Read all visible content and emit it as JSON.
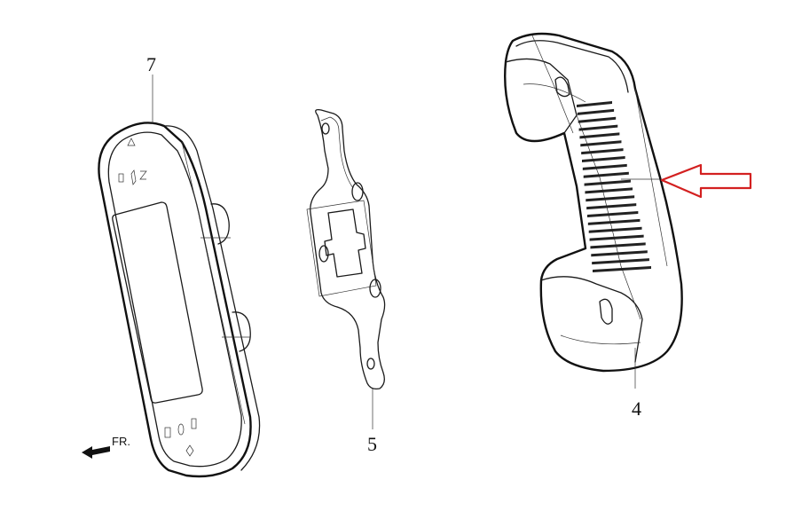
{
  "diagram": {
    "callouts": {
      "display_unit": "7",
      "bracket": "5",
      "cover": "4"
    },
    "direction_label": "FR."
  },
  "colors": {
    "line": "#1a1a1a",
    "highlight_arrow": "#d32020",
    "background": "#ffffff"
  },
  "icons": {
    "direction": "arrow-left-icon",
    "highlight": "arrow-pointer-icon"
  }
}
